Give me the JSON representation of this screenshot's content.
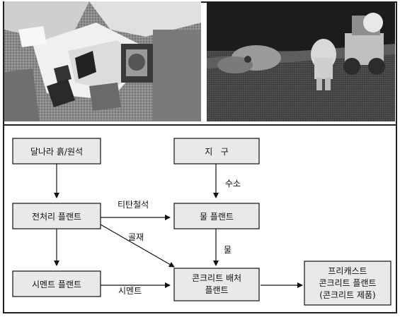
{
  "nodes": {
    "lunar_soil": "달나라 흙/원석",
    "earth": "지   구",
    "pretreatment": "전처리 플랜트",
    "water_plant": "물 플랜트",
    "cement_plant": "시멘트 플랜트",
    "batcher_line1": "콘크리트 배처",
    "batcher_line2": "플랜트",
    "precast_line1": "프리캐스트",
    "precast_line2": "콘크리트 플랜트",
    "precast_line3": "(콘크리트 제품)"
  },
  "edges": {
    "hydrogen": "수소",
    "ilmenite": "티탄철석",
    "aggregate": "골재",
    "water": "물",
    "cement": "시멘트"
  },
  "photos": {
    "left_icon": "lunar-base-model-photo",
    "right_icon": "lunar-astronaut-rover-photo"
  }
}
